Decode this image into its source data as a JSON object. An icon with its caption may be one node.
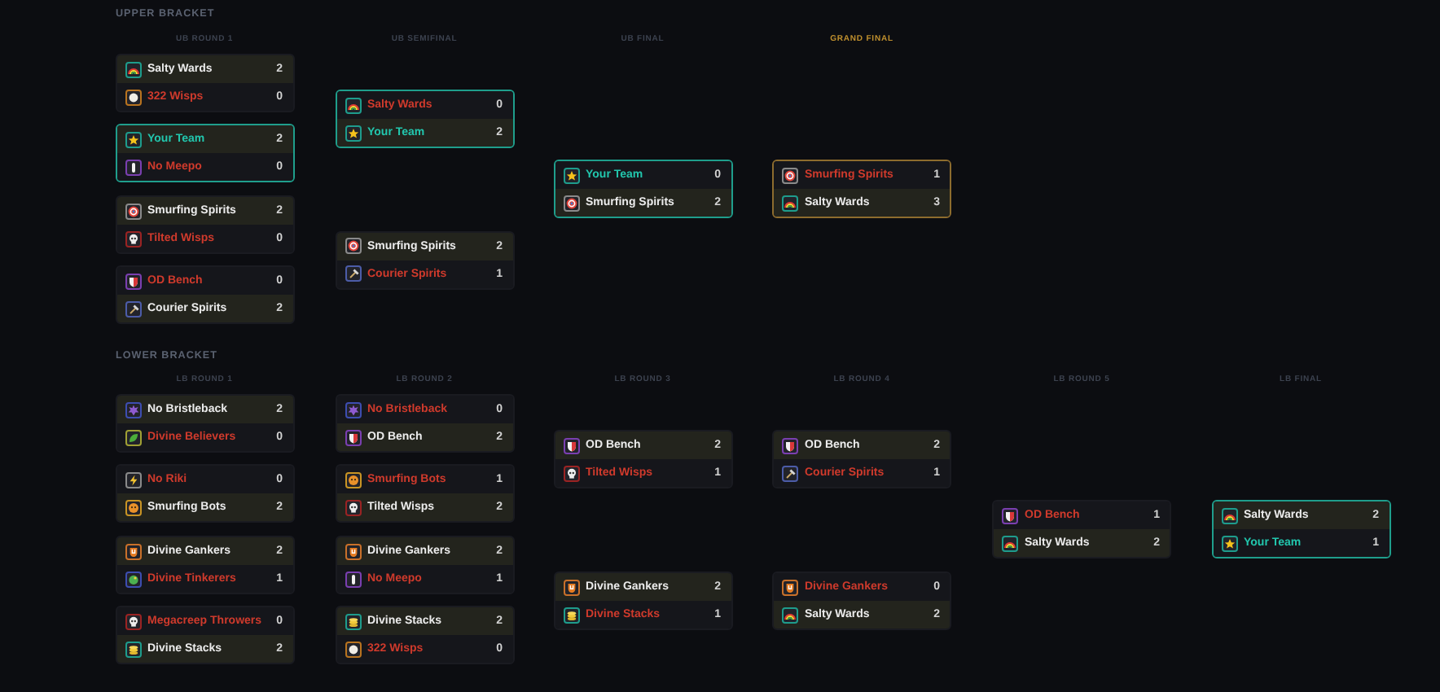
{
  "diagram": {
    "nodes": [
      {
        "text": [],
        "shape": "box"
      },
      {
        "text": [
          "Salty Wards",
          "2"
        ],
        "in": 0
      },
      {
        "text": [
          "322 Wisps",
          "0"
        ],
        "in": 0
      },
      {
        "text": [],
        "shape": "box"
      },
      {
        "text": [
          "Your Team",
          "2"
        ],
        "in": 3
      },
      {
        "text": [
          "No Meepo",
          "0"
        ],
        "in": 3
      },
      {
        "text": [],
        "shape": "box"
      },
      {
        "text": [
          "Smurfing Spirits",
          "2"
        ],
        "in": 6
      },
      {
        "text": [
          "Tilted Wisps",
          "0"
        ],
        "in": 6
      },
      {
        "text": [],
        "shape": "box"
      },
      {
        "text": [
          "OD Bench",
          "0"
        ],
        "in": 9
      },
      {
        "text": [
          "Courier Spirits",
          "2"
        ],
        "in": 9
      },
      {
        "text": [],
        "shape": "box"
      },
      {
        "text": [
          "Salty Wards",
          "0"
        ],
        "in": 12
      },
      {
        "text": [
          "Your Team",
          "2"
        ],
        "in": 12
      },
      {
        "text": [],
        "shape": "box"
      },
      {
        "text": [
          "Smurfing Spirits",
          "2"
        ],
        "in": 15
      },
      {
        "text": [
          "Courier Spirits",
          "1"
        ],
        "in": 15
      },
      {
        "text": [],
        "shape": "box"
      },
      {
        "text": [
          "Your Team",
          "0"
        ],
        "in": 18
      },
      {
        "text": [
          "Smurfing Spirits",
          "2"
        ],
        "in": 18
      },
      {
        "text": [],
        "shape": "box"
      },
      {
        "text": [
          "Smurfing Spirits",
          "1"
        ],
        "in": 21
      },
      {
        "text": [
          "Salty Wards",
          "3"
        ],
        "in": 21
      },
      {
        "text": [],
        "shape": "box"
      },
      {
        "text": [
          "No Bristleback",
          "2"
        ],
        "in": 24
      },
      {
        "text": [
          "Divine Believers",
          "0"
        ],
        "in": 24
      },
      {
        "text": [],
        "shape": "box"
      },
      {
        "text": [
          "No Riki",
          "0"
        ],
        "in": 27
      },
      {
        "text": [
          "Smurfing Bots",
          "2"
        ],
        "in": 27
      },
      {
        "text": [],
        "shape": "box"
      },
      {
        "text": [
          "Divine Gankers",
          "2"
        ],
        "in": 30
      },
      {
        "text": [
          "Divine Tinkerers",
          "1"
        ],
        "in": 30
      },
      {
        "text": [],
        "shape": "box"
      },
      {
        "text": [
          "Megacreep Throwers",
          "0"
        ],
        "in": 33
      },
      {
        "text": [
          "Divine Stacks",
          "2"
        ],
        "in": 33
      },
      {
        "text": [],
        "shape": "box"
      },
      {
        "text": [
          "No Bristleback",
          "0"
        ],
        "in": 36
      },
      {
        "text": [
          "OD Bench",
          "2"
        ],
        "in": 36
      },
      {
        "text": [],
        "shape": "box"
      },
      {
        "text": [
          "Smurfing Bots",
          "1"
        ],
        "in": 39
      },
      {
        "text": [
          "Tilted Wisps",
          "2"
        ],
        "in": 39
      },
      {
        "text": [],
        "shape": "box"
      },
      {
        "text": [
          "Divine Gankers",
          "2"
        ],
        "in": 42
      },
      {
        "text": [
          "No Meepo",
          "1"
        ],
        "in": 42
      },
      {
        "text": [],
        "shape": "box"
      },
      {
        "text": [
          "Divine Stacks",
          "2"
        ],
        "in": 45
      },
      {
        "text": [
          "322 Wisps",
          "0"
        ],
        "in": 45
      },
      {
        "text": [],
        "shape": "box"
      },
      {
        "text": [
          "OD Bench",
          "2"
        ],
        "in": 48
      },
      {
        "text": [
          "Tilted Wisps",
          "1"
        ],
        "in": 48
      },
      {
        "text": [],
        "shape": "box"
      },
      {
        "text": [
          "Divine Gankers",
          "2"
        ],
        "in": 51
      },
      {
        "text": [
          "Divine Stacks",
          "1"
        ],
        "in": 51
      },
      {
        "text": [],
        "shape": "box"
      },
      {
        "text": [
          "OD Bench",
          "2"
        ],
        "in": 54
      },
      {
        "text": [
          "Courier Spirits",
          "1"
        ],
        "in": 54
      },
      {
        "text": [],
        "shape": "box"
      },
      {
        "text": [
          "Divine Gankers",
          "0"
        ],
        "in": 57
      },
      {
        "text": [
          "Salty Wards",
          "2"
        ],
        "in": 57
      },
      {
        "text": [],
        "shape": "box"
      },
      {
        "text": [
          "OD Bench",
          "1"
        ],
        "in": 60
      },
      {
        "text": [
          "Salty Wards",
          "2"
        ],
        "in": 60
      },
      {
        "text": [],
        "shape": "box"
      },
      {
        "text": [
          "Salty Wards",
          "2"
        ],
        "in": 63
      },
      {
        "text": [
          "Your Team",
          "1"
        ],
        "in": 63
      }
    ],
    "labels": [
      "UPPER BRACKET",
      "UB ROUND 1",
      "UB SEMIFINAL",
      "UB FINAL",
      "GRAND FINAL",
      "LOWER BRACKET",
      "LB ROUND 1",
      "LB ROUND 2",
      "LB ROUND 3",
      "LB ROUND 4",
      "LB ROUND 5",
      "LB FINAL"
    ]
  }
}
